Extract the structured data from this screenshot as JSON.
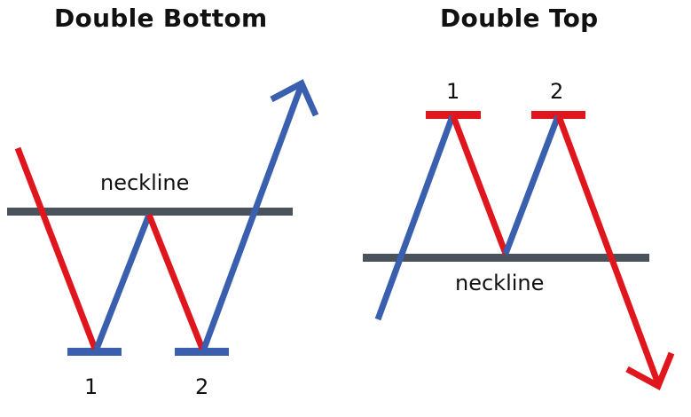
{
  "colors": {
    "bullish": "#3a5fae",
    "bearish": "#e0161e",
    "neckline": "#4a525b",
    "text": "#111111"
  },
  "left": {
    "title": "Double Bottom",
    "neckline_label": "neckline",
    "labels": [
      "1",
      "2"
    ]
  },
  "right": {
    "title": "Double Top",
    "neckline_label": "neckline",
    "labels": [
      "1",
      "2"
    ]
  }
}
